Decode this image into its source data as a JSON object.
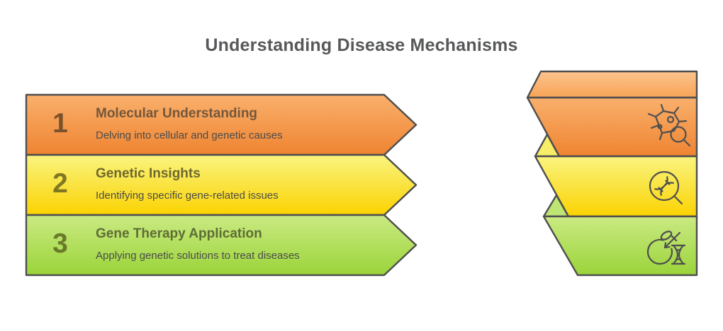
{
  "page": {
    "title": "Understanding Disease Mechanisms",
    "background_color": "#ffffff",
    "title_color": "#57585A",
    "outline_color": "#4E4E4E"
  },
  "steps": [
    {
      "number": "1",
      "title": "Molecular Understanding",
      "description": "Delving into cellular and genetic causes",
      "color_top": "#F9AE68",
      "color_bottom": "#EF8431",
      "number_color": "#79522C",
      "title_color": "#74573B",
      "icon": "virus-magnifier-icon"
    },
    {
      "number": "2",
      "title": "Genetic Insights",
      "description": "Identifying specific gene-related issues",
      "color_top": "#FAF480",
      "color_bottom": "#FBD302",
      "number_color": "#807722",
      "title_color": "#6E682E",
      "icon": "dna-magnifier-icon"
    },
    {
      "number": "3",
      "title": "Gene Therapy Application",
      "description": "Applying genetic solutions to treat diseases",
      "color_top": "#CBEA83",
      "color_bottom": "#9AD439",
      "number_color": "#697B2B",
      "title_color": "#5E6D36",
      "icon": "gmo-apple-dna-icon"
    }
  ]
}
